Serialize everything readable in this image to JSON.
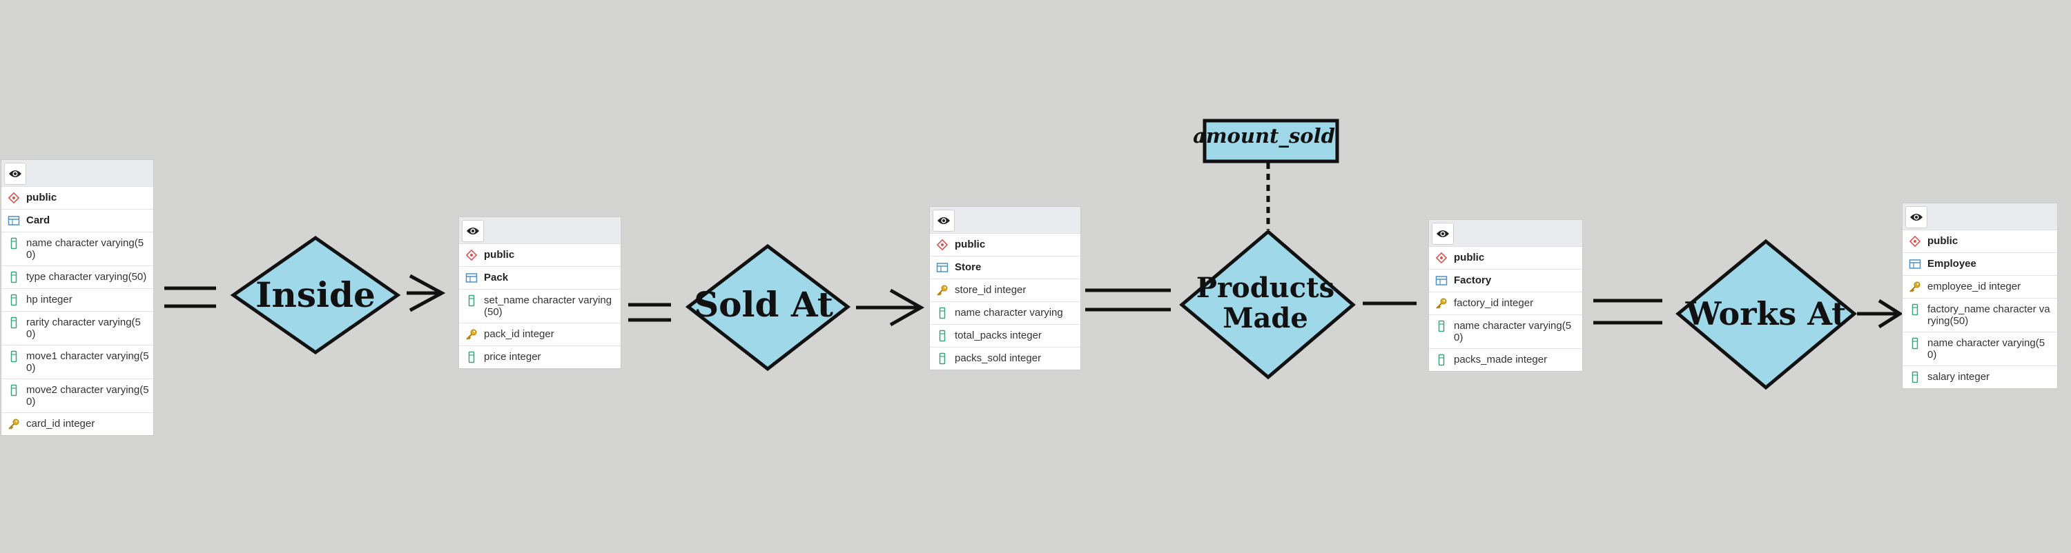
{
  "relationships": [
    {
      "id": "inside",
      "lines": [
        "Inside"
      ]
    },
    {
      "id": "sold-at",
      "lines": [
        "Sold At"
      ]
    },
    {
      "id": "products-made",
      "lines": [
        "Products",
        "Made"
      ]
    },
    {
      "id": "works-at",
      "lines": [
        "Works At"
      ]
    }
  ],
  "attribute": {
    "label": "amount_sold"
  },
  "tables": [
    {
      "id": "card",
      "schema": "public",
      "name": "Card",
      "columns": [
        {
          "text": "name character varying(50)",
          "icon": "column-icon"
        },
        {
          "text": "type character varying(50)",
          "icon": "column-icon"
        },
        {
          "text": "hp integer",
          "icon": "column-icon"
        },
        {
          "text": "rarity character varying(50)",
          "icon": "column-icon"
        },
        {
          "text": "move1 character varying(50)",
          "icon": "column-icon"
        },
        {
          "text": "move2 character varying(50)",
          "icon": "column-icon"
        },
        {
          "text": "card_id integer",
          "icon": "key-icon"
        }
      ]
    },
    {
      "id": "pack",
      "schema": "public",
      "name": "Pack",
      "columns": [
        {
          "text": "set_name character varying(50)",
          "icon": "column-icon"
        },
        {
          "text": "pack_id integer",
          "icon": "key-icon"
        },
        {
          "text": "price integer",
          "icon": "column-icon"
        }
      ]
    },
    {
      "id": "store",
      "schema": "public",
      "name": "Store",
      "columns": [
        {
          "text": "store_id integer",
          "icon": "key-icon"
        },
        {
          "text": "name character varying",
          "icon": "column-icon"
        },
        {
          "text": "total_packs integer",
          "icon": "column-icon"
        },
        {
          "text": "packs_sold integer",
          "icon": "column-icon"
        }
      ]
    },
    {
      "id": "factory",
      "schema": "public",
      "name": "Factory",
      "columns": [
        {
          "text": "factory_id integer",
          "icon": "key-icon"
        },
        {
          "text": "name character varying(50)",
          "icon": "column-icon"
        },
        {
          "text": "packs_made integer",
          "icon": "column-icon"
        }
      ]
    },
    {
      "id": "employee",
      "schema": "public",
      "name": "Employee",
      "columns": [
        {
          "text": "employee_id integer",
          "icon": "key-icon"
        },
        {
          "text": "factory_name character varying(50)",
          "icon": "column-icon"
        },
        {
          "text": "name character varying(50)",
          "icon": "column-icon"
        },
        {
          "text": "salary integer",
          "icon": "column-icon"
        }
      ]
    }
  ],
  "colors": {
    "background": "#d4d5d2",
    "diamond_fill": "#9fd8e8",
    "stroke": "#111111",
    "schema_icon": "#d9534f",
    "table_icon": "#4a90c8",
    "column_icon": "#3aa37a",
    "key_icon": "#e0b020"
  }
}
